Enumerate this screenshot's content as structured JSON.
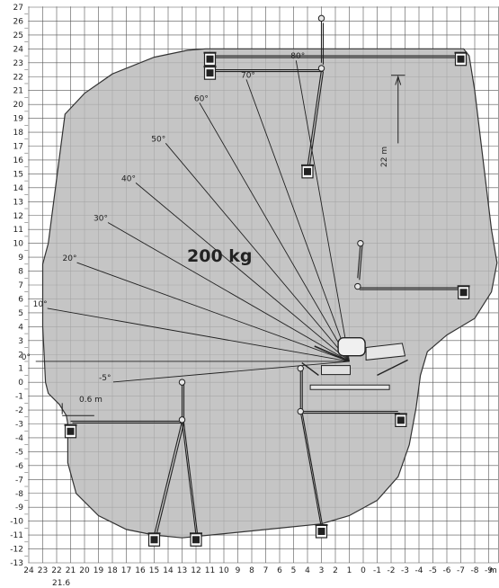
{
  "capacity_label": "200 kg",
  "unit_label": "m",
  "height_note": "22 m",
  "offset_note": "0.6 m",
  "extra_x_label": "21.6",
  "angles": [
    "-5°",
    "0°",
    "10°",
    "20°",
    "30°",
    "40°",
    "50°",
    "60°",
    "70°",
    "80°"
  ],
  "chart_data": {
    "type": "diagram",
    "x_ticks": [
      "24",
      "23",
      "22",
      "21",
      "20",
      "19",
      "18",
      "17",
      "16",
      "15",
      "14",
      "13",
      "12",
      "11",
      "10",
      "9",
      "8",
      "7",
      "6",
      "5",
      "4",
      "3",
      "2",
      "1",
      "0",
      "-1",
      "-2",
      "-3",
      "-4",
      "-5",
      "-6",
      "-7",
      "-8",
      "-9"
    ],
    "x_values": [
      24,
      23,
      22,
      21,
      20,
      19,
      18,
      17,
      16,
      15,
      14,
      13,
      12,
      11,
      10,
      9,
      8,
      7,
      6,
      5,
      4,
      3,
      2,
      1,
      0,
      -1,
      -2,
      -3,
      -4,
      -5,
      -6,
      -7,
      -8,
      -9
    ],
    "y_ticks": [
      "27",
      "26",
      "25",
      "24",
      "23",
      "22",
      "21",
      "20",
      "19",
      "18",
      "17",
      "16",
      "15",
      "14",
      "13",
      "12",
      "11",
      "10",
      "9",
      "8",
      "7",
      "6",
      "5",
      "4",
      "3",
      "2",
      "1",
      "0",
      "-1",
      "-2",
      "-3",
      "-4",
      "-5",
      "-6",
      "-7",
      "-8",
      "-9",
      "-10",
      "-11",
      "-12",
      "-13"
    ],
    "y_values": [
      27,
      26,
      25,
      24,
      23,
      22,
      21,
      20,
      19,
      18,
      17,
      16,
      15,
      14,
      13,
      12,
      11,
      10,
      9,
      8,
      7,
      6,
      5,
      4,
      3,
      2,
      1,
      0,
      -1,
      -2,
      -3,
      -4,
      -5,
      -6,
      -7,
      -8,
      -9,
      -10,
      -11,
      -12,
      -13
    ],
    "xlim": [
      24,
      -9.7
    ],
    "ylim": [
      -13,
      27
    ],
    "boom_pivot": [
      1,
      1.5
    ],
    "angle_degrees": [
      -5,
      0,
      10,
      20,
      30,
      40,
      50,
      60,
      70,
      80
    ],
    "envelope": [
      [
        21.2,
        -3.0
      ],
      [
        21.2,
        -5.8
      ],
      [
        20.6,
        -8.0
      ],
      [
        19.0,
        -9.6
      ],
      [
        17.0,
        -10.6
      ],
      [
        15.0,
        -11.0
      ],
      [
        13.0,
        -11.2
      ],
      [
        10.0,
        -10.9
      ],
      [
        6.0,
        -10.5
      ],
      [
        3.0,
        -10.2
      ],
      [
        1.0,
        -9.6
      ],
      [
        -1.0,
        -8.5
      ],
      [
        -2.5,
        -6.8
      ],
      [
        -3.3,
        -4.5
      ],
      [
        -3.8,
        -1.8
      ],
      [
        -4.1,
        0.5
      ],
      [
        -4.6,
        2.2
      ],
      [
        -6.0,
        3.4
      ],
      [
        -8.0,
        4.6
      ],
      [
        -9.2,
        6.5
      ],
      [
        -9.6,
        8.6
      ],
      [
        -9.2,
        11.0
      ],
      [
        -8.6,
        16.0
      ],
      [
        -8.0,
        21.0
      ],
      [
        -7.6,
        23.5
      ],
      [
        -7.2,
        24.0
      ],
      [
        11.3,
        24.0
      ],
      [
        12.6,
        23.9
      ],
      [
        15.0,
        23.4
      ],
      [
        18.0,
        22.2
      ],
      [
        20.0,
        20.8
      ],
      [
        21.4,
        19.3
      ],
      [
        22.6,
        10.0
      ],
      [
        23.0,
        8.5
      ],
      [
        23.0,
        4.0
      ],
      [
        22.9,
        2.0
      ],
      [
        22.8,
        0.0
      ],
      [
        22.6,
        -0.8
      ],
      [
        21.8,
        -1.6
      ],
      [
        21.3,
        -2.4
      ]
    ]
  }
}
